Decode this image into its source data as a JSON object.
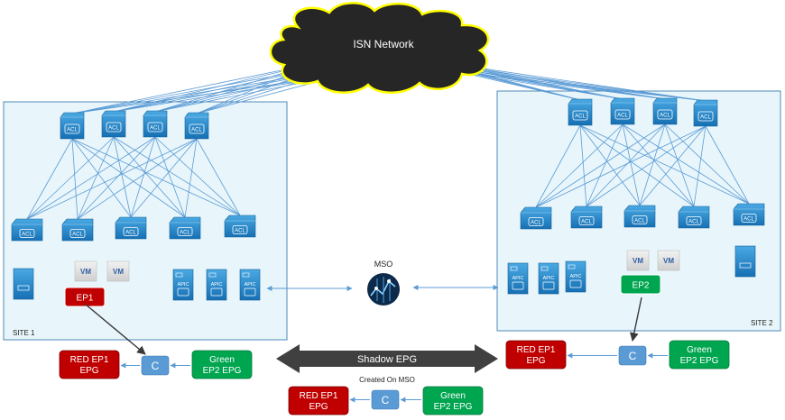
{
  "cloud": {
    "label": "ISN Network"
  },
  "site1": {
    "label": "SITE 1",
    "vm_labels": [
      "VM",
      "VM"
    ],
    "apic_labels": [
      "APIC",
      "APIC",
      "APIC"
    ],
    "ep_label": "EP1",
    "epg_red": [
      "RED EP1",
      "EPG"
    ],
    "contract": "C",
    "epg_green": [
      "Green",
      "EP2 EPG"
    ]
  },
  "site2": {
    "label": "SITE 2",
    "vm_labels": [
      "VM",
      "VM"
    ],
    "apic_labels": [
      "APIC",
      "APIC",
      "APIC"
    ],
    "ep_label": "EP2",
    "epg_red": [
      "RED EP1",
      "EPG"
    ],
    "contract": "C",
    "epg_green": [
      "Green",
      "EP2 EPG"
    ]
  },
  "mso": {
    "label": "MSO"
  },
  "shadow": {
    "label": "Shadow EPG",
    "sub": "Created On MSO"
  },
  "bottom": {
    "epg_red": [
      "RED EP1",
      "EPG"
    ],
    "contract": "C",
    "epg_green": [
      "Green",
      "EP2 EPG"
    ]
  },
  "switch_badge": "ACL",
  "colors": {
    "link": "#5b9bd5",
    "switch": "#1f7fc4",
    "site_bg": "#e8f6fb",
    "red": "#c00000",
    "green": "#00a550",
    "contract": "#5b9bd5",
    "cloud": "#262626",
    "cloud_outline": "#ffff00"
  }
}
